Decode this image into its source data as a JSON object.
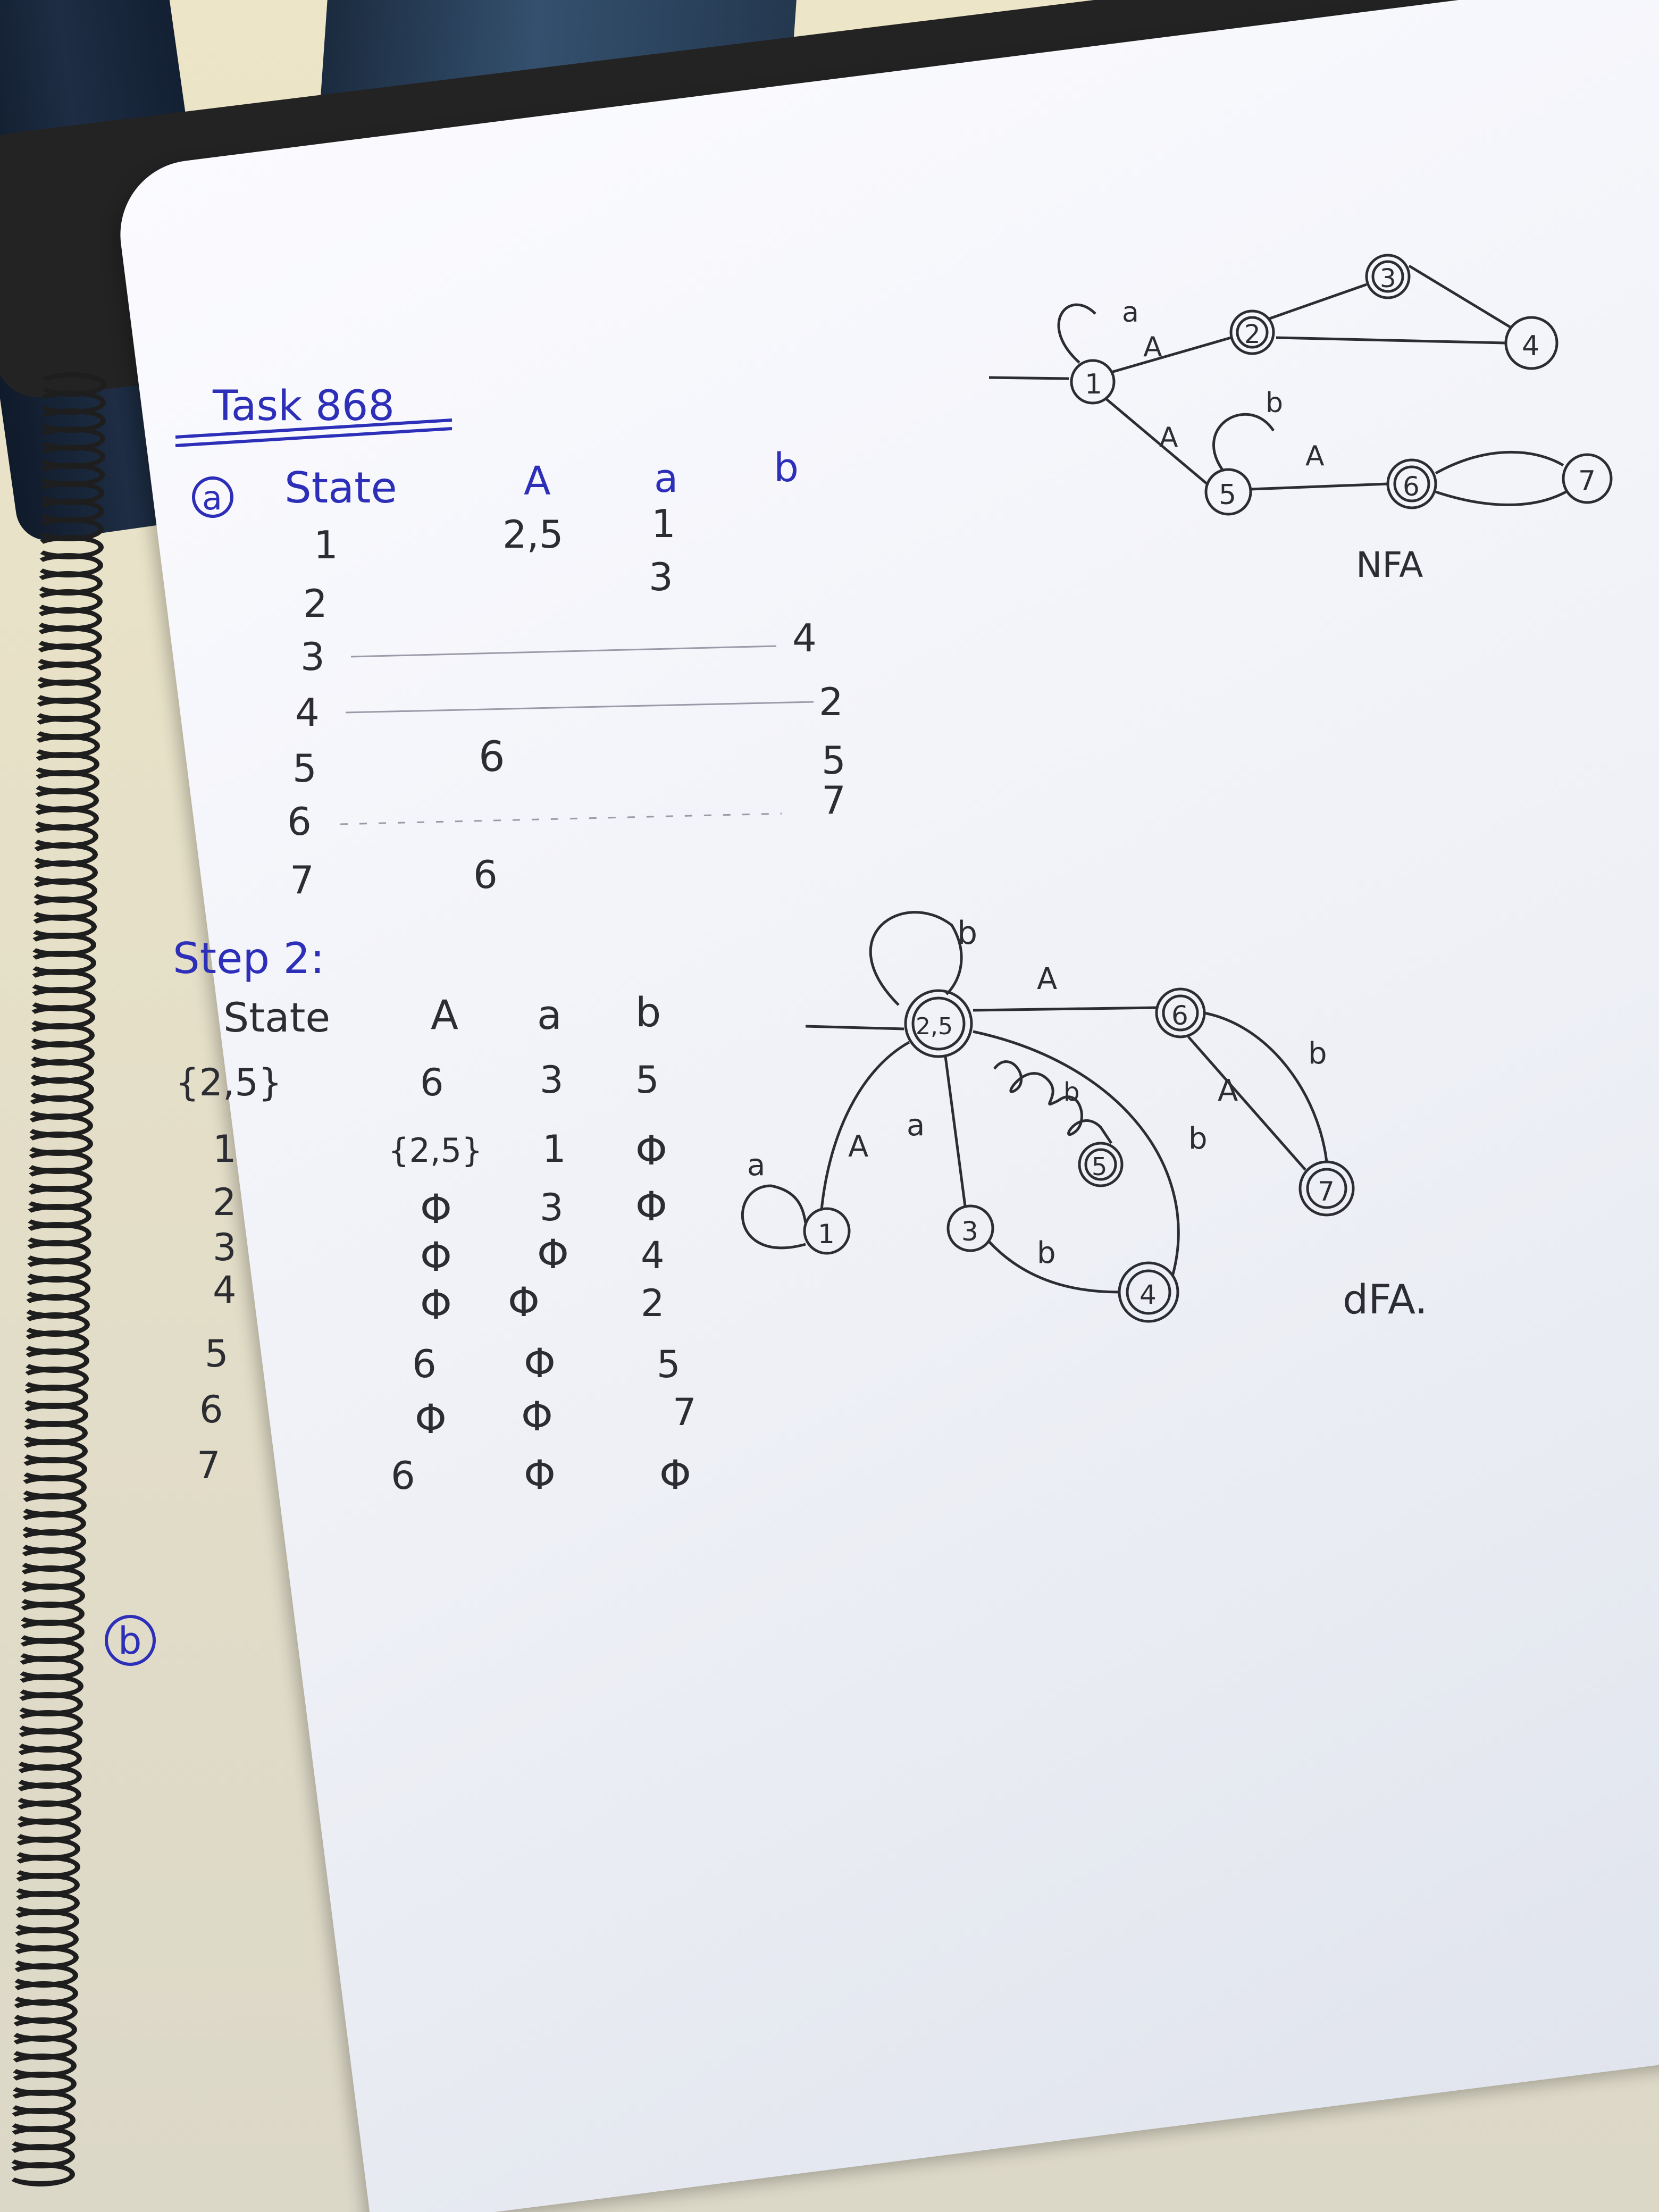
{
  "heading": {
    "task": "Task 868",
    "part_a": "a",
    "part_b": "b",
    "step2": "Step 2:"
  },
  "nfa_table": {
    "headers": [
      "State",
      "A",
      "a",
      "b"
    ],
    "rows": [
      [
        "1",
        "2,5",
        "1",
        ""
      ],
      [
        "2",
        "",
        "3",
        ""
      ],
      [
        "3",
        "",
        "",
        "4"
      ],
      [
        "4",
        "",
        "",
        "2"
      ],
      [
        "5",
        "6",
        "",
        "5"
      ],
      [
        "6",
        "",
        "",
        "7"
      ],
      [
        "7",
        "6",
        "",
        ""
      ]
    ]
  },
  "dfa_table": {
    "headers": [
      "State",
      "A",
      "a",
      "b"
    ],
    "rows": [
      [
        "{2,5}",
        "6",
        "3",
        "5"
      ],
      [
        "1",
        "{2,5}",
        "1",
        "Φ"
      ],
      [
        "2",
        "Φ",
        "3",
        "Φ"
      ],
      [
        "3",
        "Φ",
        "Φ",
        "4"
      ],
      [
        "4",
        "Φ",
        "Φ",
        "2"
      ],
      [
        "5",
        "6",
        "Φ",
        "5"
      ],
      [
        "6",
        "Φ",
        "Φ",
        "7"
      ],
      [
        "7",
        "6",
        "Φ",
        "Φ"
      ]
    ]
  },
  "nfa_diagram": {
    "caption": "NFA",
    "states": [
      "1",
      "2",
      "3",
      "4",
      "5",
      "6",
      "7"
    ],
    "edge_labels": {
      "loop1": "a",
      "e12": "A",
      "e15": "A",
      "loop5": "b",
      "e56": "A"
    }
  },
  "dfa_diagram": {
    "caption": "dFA.",
    "states": [
      "2,5",
      "6",
      "7",
      "1",
      "3",
      "4",
      "5"
    ],
    "edge_labels": {
      "loop25": "b",
      "e25_6": "A",
      "e7_6": "A",
      "e6_7": "b",
      "loop1": "a",
      "e1_25": "A",
      "e25_3": "a",
      "e3_4": "b",
      "e4_25": "b",
      "scribble": "b"
    }
  },
  "colors": {
    "pen_ink": "#2c2d33",
    "blue_ink": "#2d2fb8",
    "paper": "#f4f5fa",
    "floor": "#ece5c7",
    "denim": "#2b4260"
  }
}
